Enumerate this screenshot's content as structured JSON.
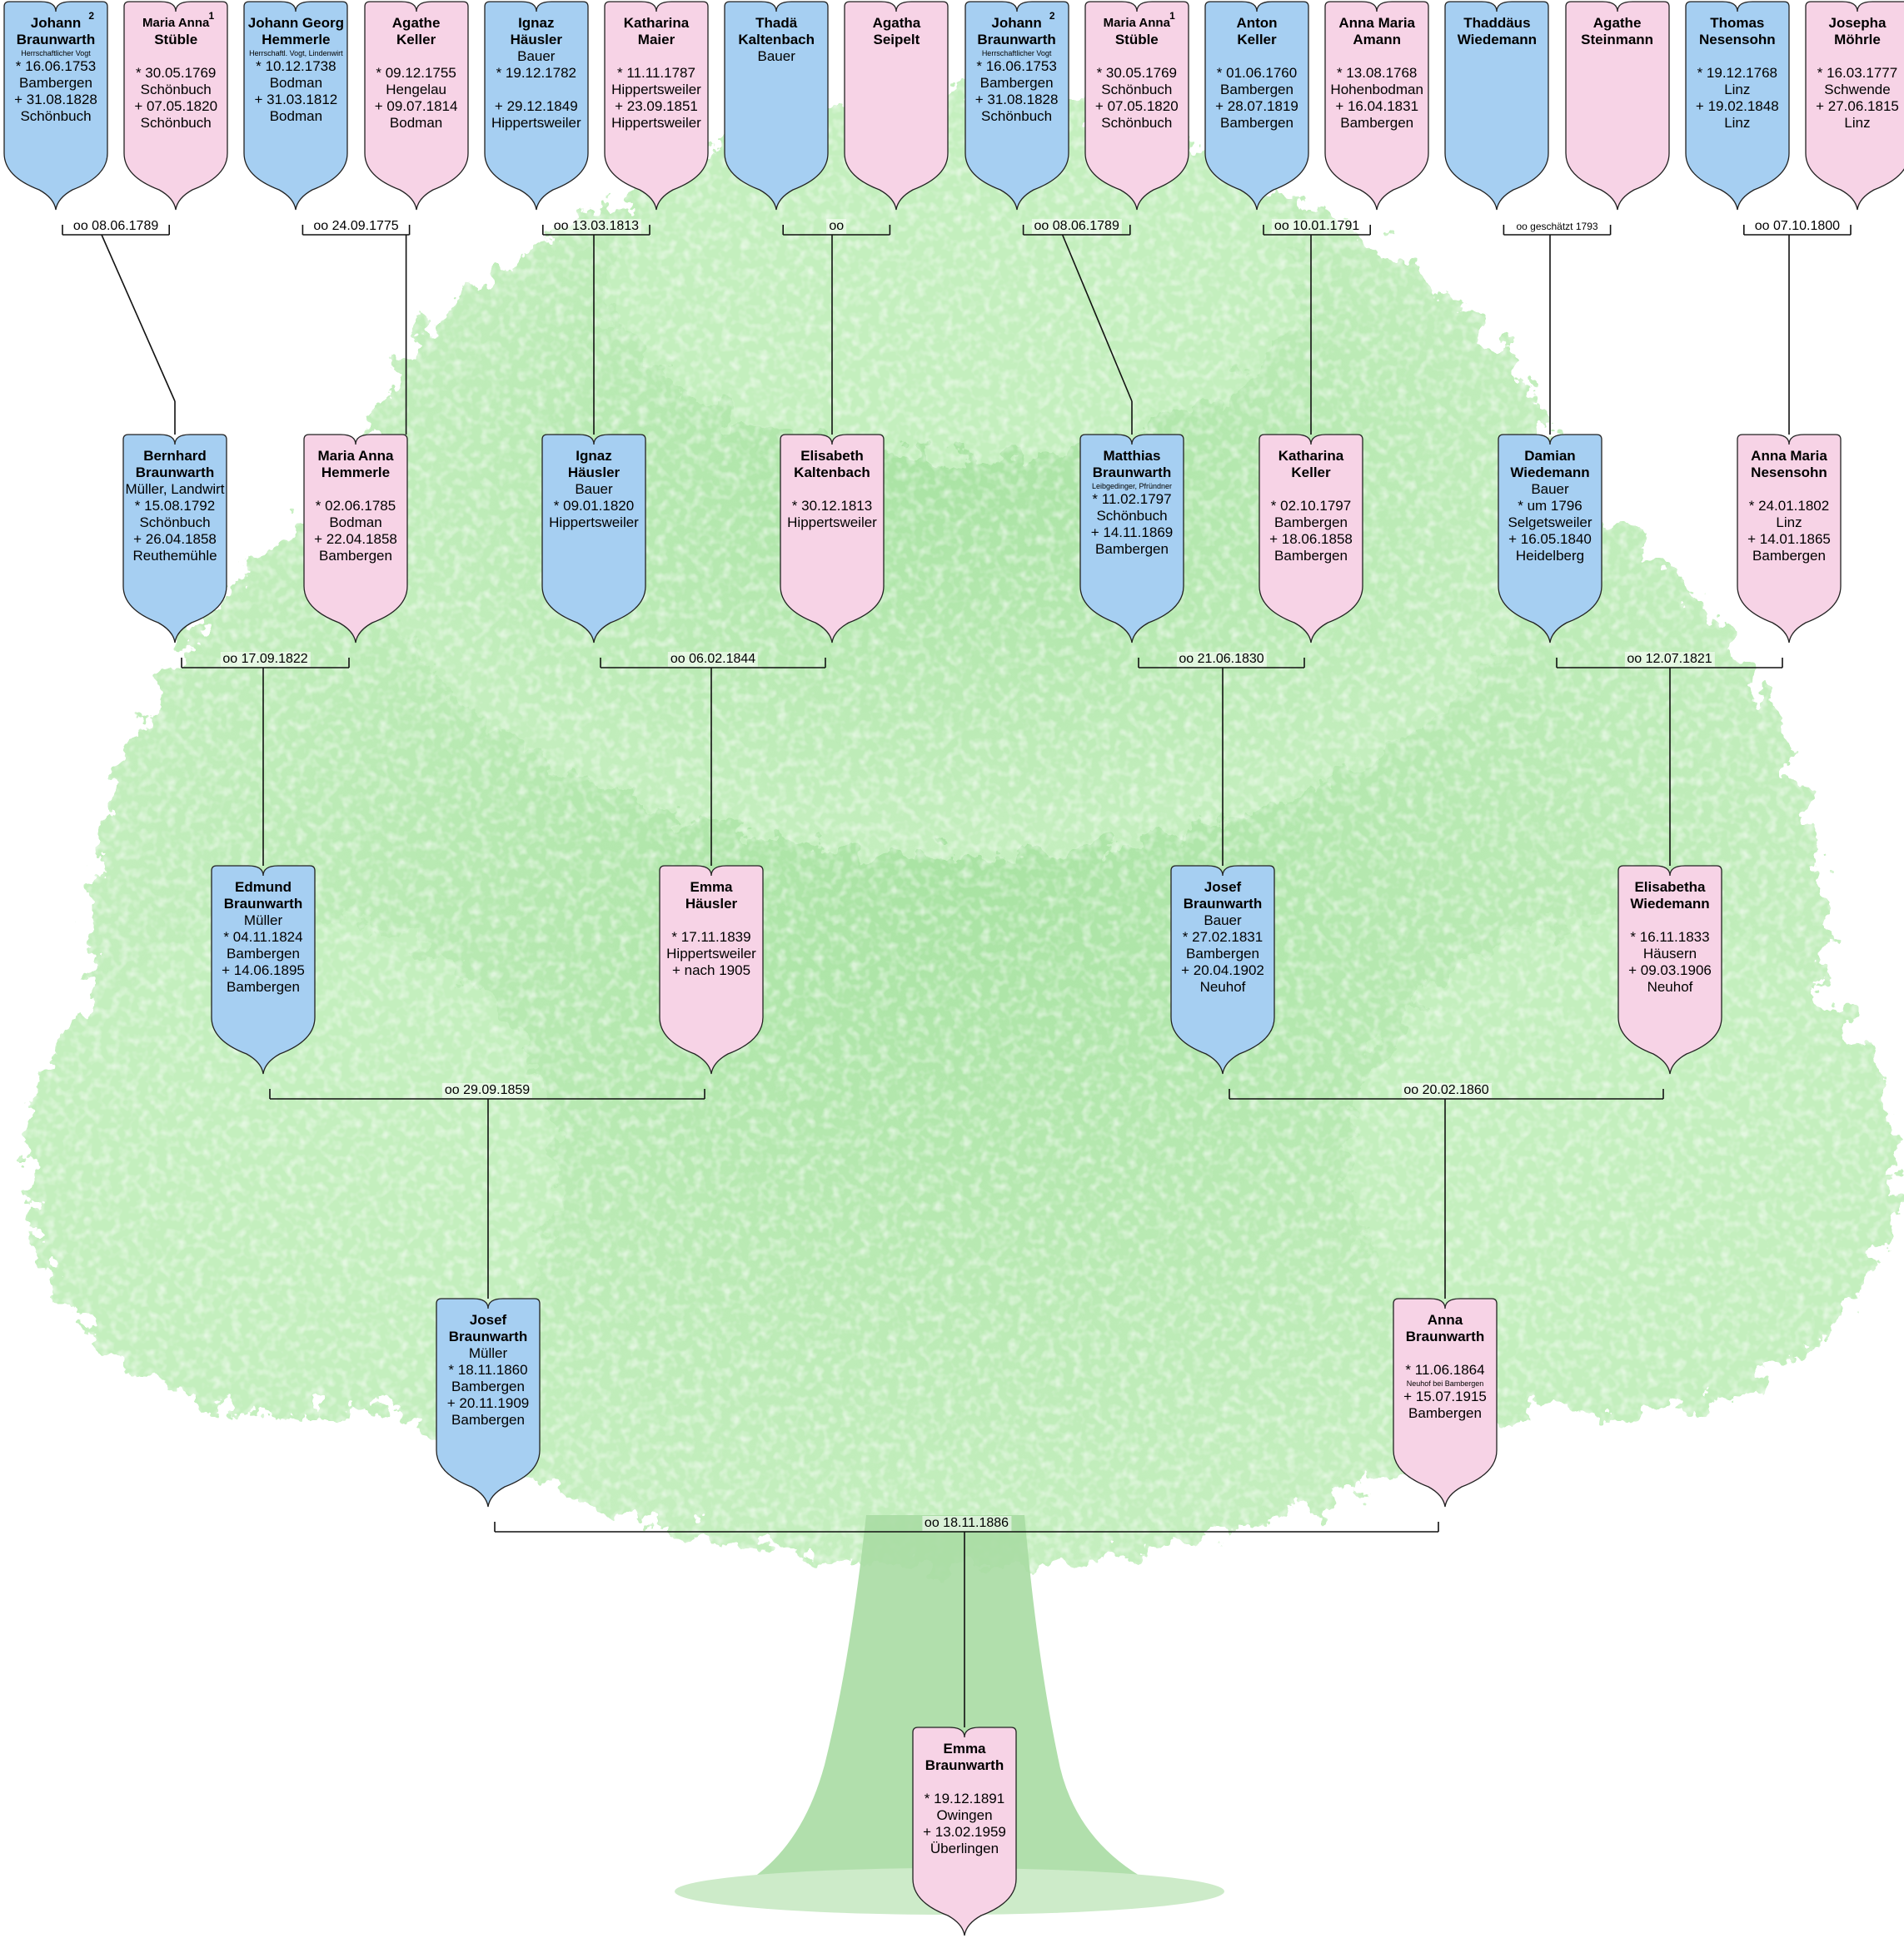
{
  "colors": {
    "male": "#a6cff2",
    "female": "#f7d3e6",
    "tree_leaf": "#bfeab9",
    "tree_trunk": "#9fd99a"
  },
  "persons": [
    {
      "id": "g4_1",
      "gender": "m",
      "name": [
        "Johann",
        "Braunwarth"
      ],
      "mark": "2",
      "role": "Herrschaftlicher Vogt",
      "role_small": true,
      "lines": [
        "* 16.06.1753",
        "Bambergen",
        "+ 31.08.1828",
        "Schönbuch"
      ]
    },
    {
      "id": "g4_2",
      "gender": "f",
      "name": [
        "Maria Anna",
        "Stüble"
      ],
      "name_small": true,
      "mark": "1",
      "lines": [
        "* 30.05.1769",
        "Schönbuch",
        "+ 07.05.1820",
        "Schönbuch"
      ]
    },
    {
      "id": "g4_3",
      "gender": "m",
      "name": [
        "Johann Georg",
        "Hemmerle"
      ],
      "role": "Herrschaftl. Vogt, Lindenwirt",
      "role_small": true,
      "lines": [
        "* 10.12.1738",
        "Bodman",
        "+ 31.03.1812",
        "Bodman"
      ]
    },
    {
      "id": "g4_4",
      "gender": "f",
      "name": [
        "Agathe",
        "Keller"
      ],
      "lines": [
        "* 09.12.1755",
        "Hengelau",
        "+ 09.07.1814",
        "Bodman"
      ]
    },
    {
      "id": "g4_5",
      "gender": "m",
      "name": [
        "Ignaz",
        "Häusler"
      ],
      "role": "Bauer",
      "lines": [
        "* 19.12.1782",
        "",
        "+ 29.12.1849",
        "Hippertsweiler"
      ]
    },
    {
      "id": "g4_6",
      "gender": "f",
      "name": [
        "Katharina",
        "Maier"
      ],
      "lines": [
        "* 11.11.1787",
        "Hippertsweiler",
        "+ 23.09.1851",
        "Hippertsweiler"
      ]
    },
    {
      "id": "g4_7",
      "gender": "m",
      "name": [
        "Thadä",
        "Kaltenbach"
      ],
      "role": "Bauer",
      "lines": []
    },
    {
      "id": "g4_8",
      "gender": "f",
      "name": [
        "Agatha",
        "Seipelt"
      ],
      "lines": []
    },
    {
      "id": "g4_9",
      "gender": "m",
      "name": [
        "Johann",
        "Braunwarth"
      ],
      "mark": "2",
      "role": "Herrschaftlicher Vogt",
      "role_small": true,
      "lines": [
        "* 16.06.1753",
        "Bambergen",
        "+ 31.08.1828",
        "Schönbuch"
      ]
    },
    {
      "id": "g4_10",
      "gender": "f",
      "name": [
        "Maria Anna",
        "Stüble"
      ],
      "name_small": true,
      "mark": "1",
      "lines": [
        "* 30.05.1769",
        "Schönbuch",
        "+ 07.05.1820",
        "Schönbuch"
      ]
    },
    {
      "id": "g4_11",
      "gender": "m",
      "name": [
        "Anton",
        "Keller"
      ],
      "lines": [
        "* 01.06.1760",
        "Bambergen",
        "+ 28.07.1819",
        "Bambergen"
      ]
    },
    {
      "id": "g4_12",
      "gender": "f",
      "name": [
        "Anna Maria",
        "Amann"
      ],
      "lines": [
        "* 13.08.1768",
        "Hohenbodman",
        "+ 16.04.1831",
        "Bambergen"
      ]
    },
    {
      "id": "g4_13",
      "gender": "m",
      "name": [
        "Thaddäus",
        "Wiedemann"
      ],
      "lines": []
    },
    {
      "id": "g4_14",
      "gender": "f",
      "name": [
        "Agathe",
        "Steinmann"
      ],
      "lines": []
    },
    {
      "id": "g4_15",
      "gender": "m",
      "name": [
        "Thomas",
        "Nesensohn"
      ],
      "lines": [
        "* 19.12.1768",
        "Linz",
        "+ 19.02.1848",
        "Linz"
      ]
    },
    {
      "id": "g4_16",
      "gender": "f",
      "name": [
        "Josepha",
        "Möhrle"
      ],
      "lines": [
        "* 16.03.1777",
        "Schwende",
        "+ 27.06.1815",
        "Linz"
      ]
    },
    {
      "id": "g3_1",
      "gender": "m",
      "name": [
        "Bernhard",
        "Braunwarth"
      ],
      "role": "Müller, Landwirt",
      "lines": [
        "* 15.08.1792",
        "Schönbuch",
        "+ 26.04.1858",
        "Reuthemühle"
      ]
    },
    {
      "id": "g3_2",
      "gender": "f",
      "name": [
        "Maria Anna",
        "Hemmerle"
      ],
      "lines": [
        "* 02.06.1785",
        "Bodman",
        "+ 22.04.1858",
        "Bambergen"
      ]
    },
    {
      "id": "g3_3",
      "gender": "m",
      "name": [
        "Ignaz",
        "Häusler"
      ],
      "role": "Bauer",
      "lines": [
        "* 09.01.1820",
        "Hippertsweiler"
      ]
    },
    {
      "id": "g3_4",
      "gender": "f",
      "name": [
        "Elisabeth",
        "Kaltenbach"
      ],
      "lines": [
        "* 30.12.1813",
        "Hippertsweiler"
      ]
    },
    {
      "id": "g3_5",
      "gender": "m",
      "name": [
        "Matthias",
        "Braunwarth"
      ],
      "role": "Leibgedinger, Pfründner",
      "role_small": true,
      "lines": [
        "* 11.02.1797",
        "Schönbuch",
        "+ 14.11.1869",
        "Bambergen"
      ]
    },
    {
      "id": "g3_6",
      "gender": "f",
      "name": [
        "Katharina",
        "Keller"
      ],
      "lines": [
        "* 02.10.1797",
        "Bambergen",
        "+ 18.06.1858",
        "Bambergen"
      ]
    },
    {
      "id": "g3_7",
      "gender": "m",
      "name": [
        "Damian",
        "Wiedemann"
      ],
      "role": "Bauer",
      "lines": [
        "* um 1796",
        "Selgetsweiler",
        "+ 16.05.1840",
        "Heidelberg"
      ]
    },
    {
      "id": "g3_8",
      "gender": "f",
      "name": [
        "Anna Maria",
        "Nesensohn"
      ],
      "lines": [
        "* 24.01.1802",
        "Linz",
        "+ 14.01.1865",
        "Bambergen"
      ]
    },
    {
      "id": "g2_1",
      "gender": "m",
      "name": [
        "Edmund",
        "Braunwarth"
      ],
      "role": "Müller",
      "lines": [
        "* 04.11.1824",
        "Bambergen",
        "+ 14.06.1895",
        "Bambergen"
      ]
    },
    {
      "id": "g2_2",
      "gender": "f",
      "name": [
        "Emma",
        "Häusler"
      ],
      "lines": [
        "* 17.11.1839",
        "Hippertsweiler",
        "+ nach 1905"
      ]
    },
    {
      "id": "g2_3",
      "gender": "m",
      "name": [
        "Josef",
        "Braunwarth"
      ],
      "role": "Bauer",
      "lines": [
        "* 27.02.1831",
        "Bambergen",
        "+ 20.04.1902",
        "Neuhof"
      ]
    },
    {
      "id": "g2_4",
      "gender": "f",
      "name": [
        "Elisabetha",
        "Wiedemann"
      ],
      "lines": [
        "* 16.11.1833",
        "Häusern",
        "+ 09.03.1906",
        "Neuhof"
      ]
    },
    {
      "id": "g1_1",
      "gender": "m",
      "name": [
        "Josef",
        "Braunwarth"
      ],
      "role": "Müller",
      "lines": [
        "* 18.11.1860",
        "Bambergen",
        "+ 20.11.1909",
        "Bambergen"
      ]
    },
    {
      "id": "g1_2",
      "gender": "f",
      "name": [
        "Anna",
        "Braunwarth"
      ],
      "lines": [
        "* 11.06.1864",
        "~Neuhof bei Bambergen",
        "+ 15.07.1915",
        "Bambergen"
      ]
    },
    {
      "id": "g0_1",
      "gender": "f",
      "name": [
        "Emma",
        "Braunwarth"
      ],
      "lines": [
        "* 19.12.1891",
        "Owingen",
        "+ 13.02.1959",
        "Überlingen"
      ]
    }
  ],
  "marriages": [
    {
      "id": "m4_1",
      "label": "oo 08.06.1789",
      "a": "g4_1",
      "b": "g4_2",
      "child": "g3_1"
    },
    {
      "id": "m4_2",
      "label": "oo 24.09.1775",
      "a": "g4_3",
      "b": "g4_4",
      "child": "g3_2"
    },
    {
      "id": "m4_3",
      "label": "oo 13.03.1813",
      "a": "g4_5",
      "b": "g4_6",
      "child": "g3_3"
    },
    {
      "id": "m4_4",
      "label": "oo",
      "a": "g4_7",
      "b": "g4_8",
      "child": "g3_4"
    },
    {
      "id": "m4_5",
      "label": "oo 08.06.1789",
      "a": "g4_9",
      "b": "g4_10",
      "child": "g3_5"
    },
    {
      "id": "m4_6",
      "label": "oo 10.01.1791",
      "a": "g4_11",
      "b": "g4_12",
      "child": "g3_6"
    },
    {
      "id": "m4_7",
      "label": "oo geschätzt 1793",
      "small": true,
      "a": "g4_13",
      "b": "g4_14",
      "child": "g3_7"
    },
    {
      "id": "m4_8",
      "label": "oo 07.10.1800",
      "a": "g4_15",
      "b": "g4_16",
      "child": "g3_8"
    },
    {
      "id": "m3_1",
      "label": "oo 17.09.1822",
      "a": "g3_1",
      "b": "g3_2",
      "child": "g2_1"
    },
    {
      "id": "m3_2",
      "label": "oo 06.02.1844",
      "a": "g3_3",
      "b": "g3_4",
      "child": "g2_2"
    },
    {
      "id": "m3_3",
      "label": "oo 21.06.1830",
      "a": "g3_5",
      "b": "g3_6",
      "child": "g2_3"
    },
    {
      "id": "m3_4",
      "label": "oo 12.07.1821",
      "a": "g3_7",
      "b": "g3_8",
      "child": "g2_4"
    },
    {
      "id": "m2_1",
      "label": "oo 29.09.1859",
      "a": "g2_1",
      "b": "g2_2",
      "child": "g1_1"
    },
    {
      "id": "m2_2",
      "label": "oo 20.02.1860",
      "a": "g2_3",
      "b": "g2_4",
      "child": "g1_2"
    },
    {
      "id": "m1_1",
      "label": "oo 18.11.1886",
      "a": "g1_1",
      "b": "g1_2",
      "child": "g0_1"
    }
  ]
}
